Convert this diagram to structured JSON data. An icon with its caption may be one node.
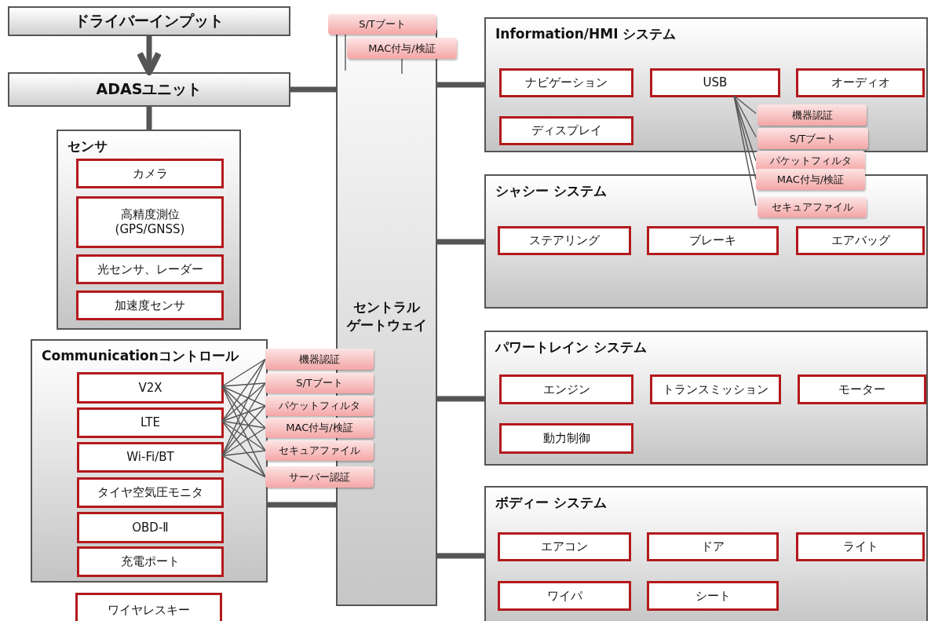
{
  "diagram": {
    "nodes": [
      {
        "text": [
          "ドライバーインプット"
        ]
      },
      {
        "text": [
          "ADASユニット"
        ]
      },
      {
        "text": [
          "センサ"
        ]
      },
      {
        "text": [
          "カメラ"
        ],
        "in": 2
      },
      {
        "text": [
          "高精度測位 (GPS/GNSS)"
        ],
        "in": 2
      },
      {
        "text": [
          "光センサ、レーダー"
        ],
        "in": 2
      },
      {
        "text": [
          "加速度センサ"
        ],
        "in": 2
      },
      {
        "text": [
          "セントラルゲートウェイ"
        ]
      },
      {
        "text": [
          "S/Tブート"
        ]
      },
      {
        "text": [
          "MAC付与/検証"
        ]
      },
      {
        "text": [
          "Communicationコントロール"
        ]
      },
      {
        "text": [
          "V2X"
        ],
        "in": 10
      },
      {
        "text": [
          "LTE"
        ],
        "in": 10
      },
      {
        "text": [
          "Wi-Fi/BT"
        ],
        "in": 10
      },
      {
        "text": [
          "タイヤ空気圧モニタ"
        ],
        "in": 10
      },
      {
        "text": [
          "OBD-Ⅱ"
        ],
        "in": 10
      },
      {
        "text": [
          "充電ポート"
        ],
        "in": 10
      },
      {
        "text": [
          "機器認証"
        ]
      },
      {
        "text": [
          "S/Tブート"
        ]
      },
      {
        "text": [
          "パケットフィルタ"
        ]
      },
      {
        "text": [
          "MAC付与/検証"
        ]
      },
      {
        "text": [
          "セキュアファイル"
        ]
      },
      {
        "text": [
          "サーバー認証"
        ]
      },
      {
        "text": [
          "ワイヤレスキー"
        ]
      },
      {
        "text": [
          "Information/HMI システム"
        ]
      },
      {
        "text": [
          "ナビゲーション"
        ],
        "in": 24
      },
      {
        "text": [
          "USB"
        ],
        "in": 24
      },
      {
        "text": [
          "オーディオ"
        ],
        "in": 24
      },
      {
        "text": [
          "ディスプレイ"
        ],
        "in": 24
      },
      {
        "text": [
          "機器認証"
        ],
        "in": 24
      },
      {
        "text": [
          "S/Tブート"
        ],
        "in": 24
      },
      {
        "text": [
          "パケットフィルタ"
        ]
      },
      {
        "text": [
          "MAC付与/検証"
        ]
      },
      {
        "text": [
          "セキュアファイル"
        ],
        "in": 34
      },
      {
        "text": [
          "シャシー システム"
        ]
      },
      {
        "text": [
          "ステアリング"
        ],
        "in": 34
      },
      {
        "text": [
          "ブレーキ"
        ],
        "in": 34
      },
      {
        "text": [
          "エアバッグ"
        ],
        "in": 34
      },
      {
        "text": [
          "パワートレイン システム"
        ]
      },
      {
        "text": [
          "エンジン"
        ],
        "in": 38
      },
      {
        "text": [
          "トランスミッション"
        ],
        "in": 38
      },
      {
        "text": [
          "モーター"
        ],
        "in": 38
      },
      {
        "text": [
          "動力制御"
        ],
        "in": 38
      },
      {
        "text": [
          "ボディー システム"
        ]
      },
      {
        "text": [
          "エアコン"
        ],
        "in": 43
      },
      {
        "text": [
          "ドア"
        ],
        "in": 43
      },
      {
        "text": [
          "ライト"
        ],
        "in": 43
      },
      {
        "text": [
          "ワイパ"
        ],
        "in": 43
      },
      {
        "text": [
          "シート"
        ],
        "in": 43
      }
    ],
    "edges": [
      {
        "from": 0,
        "to": 1,
        "arrow": "to",
        "style": "thick"
      },
      {
        "from": 1,
        "to": 2,
        "arrow": "none",
        "style": "thick"
      },
      {
        "from": 1,
        "to": 7,
        "arrow": "none",
        "style": "thick"
      },
      {
        "from": 10,
        "to": 7,
        "arrow": "none",
        "style": "thick"
      },
      {
        "from": 7,
        "to": 24,
        "arrow": "none",
        "style": "thick"
      },
      {
        "from": 7,
        "to": 34,
        "arrow": "none",
        "style": "thick"
      },
      {
        "from": 7,
        "to": 38,
        "arrow": "none",
        "style": "thick"
      },
      {
        "from": 7,
        "to": 43,
        "arrow": "none",
        "style": "thick"
      },
      {
        "from": 8,
        "to": 7,
        "arrow": "none"
      },
      {
        "from": 9,
        "to": 7,
        "arrow": "none"
      },
      {
        "from": 11,
        "to": 17,
        "arrow": "none"
      },
      {
        "from": 11,
        "to": 18,
        "arrow": "none"
      },
      {
        "from": 11,
        "to": 19,
        "arrow": "none"
      },
      {
        "from": 11,
        "to": 20,
        "arrow": "none"
      },
      {
        "from": 11,
        "to": 21,
        "arrow": "none"
      },
      {
        "from": 11,
        "to": 22,
        "arrow": "none"
      },
      {
        "from": 12,
        "to": 17,
        "arrow": "none"
      },
      {
        "from": 12,
        "to": 18,
        "arrow": "none"
      },
      {
        "from": 12,
        "to": 19,
        "arrow": "none"
      },
      {
        "from": 12,
        "to": 20,
        "arrow": "none"
      },
      {
        "from": 12,
        "to": 21,
        "arrow": "none"
      },
      {
        "from": 12,
        "to": 22,
        "arrow": "none"
      },
      {
        "from": 13,
        "to": 17,
        "arrow": "none"
      },
      {
        "from": 13,
        "to": 18,
        "arrow": "none"
      },
      {
        "from": 13,
        "to": 19,
        "arrow": "none"
      },
      {
        "from": 13,
        "to": 20,
        "arrow": "none"
      },
      {
        "from": 13,
        "to": 21,
        "arrow": "none"
      },
      {
        "from": 13,
        "to": 22,
        "arrow": "none"
      },
      {
        "from": 26,
        "to": 29,
        "arrow": "none"
      },
      {
        "from": 26,
        "to": 30,
        "arrow": "none"
      },
      {
        "from": 26,
        "to": 31,
        "arrow": "none"
      },
      {
        "from": 26,
        "to": 32,
        "arrow": "none"
      },
      {
        "from": 26,
        "to": 33,
        "arrow": "none"
      }
    ]
  }
}
